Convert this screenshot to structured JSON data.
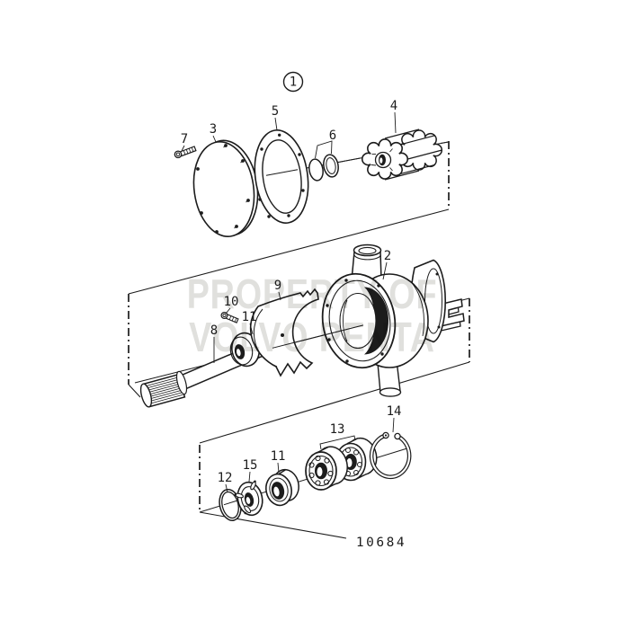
{
  "diagram": {
    "figure_ref": "1",
    "drawing_number": "10684",
    "watermark": {
      "line1": "PROPERTY OF",
      "line2": "VOLVO PENTA"
    },
    "colors": {
      "ink": "#1c1c1c",
      "watermark": "#c9c9c5",
      "background": "#ffffff"
    },
    "callouts": [
      {
        "part": "figure-reference",
        "text": "1"
      },
      {
        "part": "cover-plate",
        "text": "3"
      },
      {
        "part": "cover-gasket",
        "text": "5"
      },
      {
        "part": "cover-screw",
        "text": "7"
      },
      {
        "part": "sealing-rings",
        "text": "6"
      },
      {
        "part": "impeller",
        "text": "4"
      },
      {
        "part": "pump-housing",
        "text": "2"
      },
      {
        "part": "cam",
        "text": "9"
      },
      {
        "part": "cam-screw",
        "text": "10"
      },
      {
        "part": "seal-ring-shaft",
        "text": "11"
      },
      {
        "part": "shaft",
        "text": "8"
      },
      {
        "part": "circlip",
        "text": "14"
      },
      {
        "part": "ball-bearings",
        "text": "13"
      },
      {
        "part": "o-ring",
        "text": "12"
      },
      {
        "part": "lip-seal",
        "text": "15"
      },
      {
        "part": "spacer-ring",
        "text": "11"
      }
    ]
  }
}
